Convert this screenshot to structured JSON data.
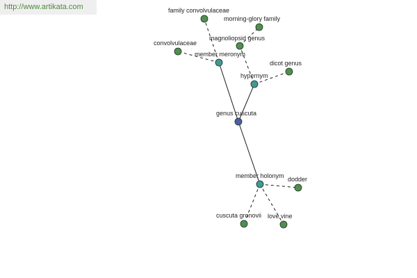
{
  "site": {
    "url_text": "http://www.artikata.com"
  },
  "colors": {
    "center": "#4b5fa6",
    "relation": "#3f9a96",
    "leaf": "#4f8f50",
    "banner_bg": "#efefef",
    "banner_text": "#4e8a3a"
  },
  "nodes": [
    {
      "id": "genus-cuscuta",
      "label": "genus cuscuta",
      "kind": "center"
    },
    {
      "id": "member-meronym",
      "label": "member meronym",
      "kind": "relation"
    },
    {
      "id": "hypernym",
      "label": "hypernym",
      "kind": "relation"
    },
    {
      "id": "member-holonym",
      "label": "member holonym",
      "kind": "relation"
    },
    {
      "id": "family-convolvulaceae",
      "label": "family convolvulaceae",
      "kind": "leaf"
    },
    {
      "id": "morning-glory-family",
      "label": "morning-glory family",
      "kind": "leaf"
    },
    {
      "id": "magnoliopsid-genus",
      "label": "magnoliopsid genus",
      "kind": "leaf"
    },
    {
      "id": "convolvulaceae",
      "label": "convolvulaceae",
      "kind": "leaf"
    },
    {
      "id": "dicot-genus",
      "label": "dicot genus",
      "kind": "leaf"
    },
    {
      "id": "dodder",
      "label": "dodder",
      "kind": "leaf"
    },
    {
      "id": "cuscuta-gronovii",
      "label": "cuscuta gronovii",
      "kind": "leaf"
    },
    {
      "id": "love-vine",
      "label": "love vine",
      "kind": "leaf"
    }
  ],
  "edges": [
    {
      "from": "genus-cuscuta",
      "to": "member-meronym",
      "style": "solid"
    },
    {
      "from": "genus-cuscuta",
      "to": "hypernym",
      "style": "solid"
    },
    {
      "from": "genus-cuscuta",
      "to": "member-holonym",
      "style": "solid"
    },
    {
      "from": "member-meronym",
      "to": "family-convolvulaceae",
      "style": "dashed"
    },
    {
      "from": "member-meronym",
      "to": "convolvulaceae",
      "style": "dashed"
    },
    {
      "from": "hypernym",
      "to": "magnoliopsid-genus",
      "style": "dashed"
    },
    {
      "from": "hypernym",
      "to": "dicot-genus",
      "style": "dashed"
    },
    {
      "from": "magnoliopsid-genus",
      "to": "morning-glory-family",
      "style": "dashed"
    },
    {
      "from": "member-holonym",
      "to": "dodder",
      "style": "dashed"
    },
    {
      "from": "member-holonym",
      "to": "cuscuta-gronovii",
      "style": "dashed"
    },
    {
      "from": "member-holonym",
      "to": "love-vine",
      "style": "dashed"
    }
  ]
}
